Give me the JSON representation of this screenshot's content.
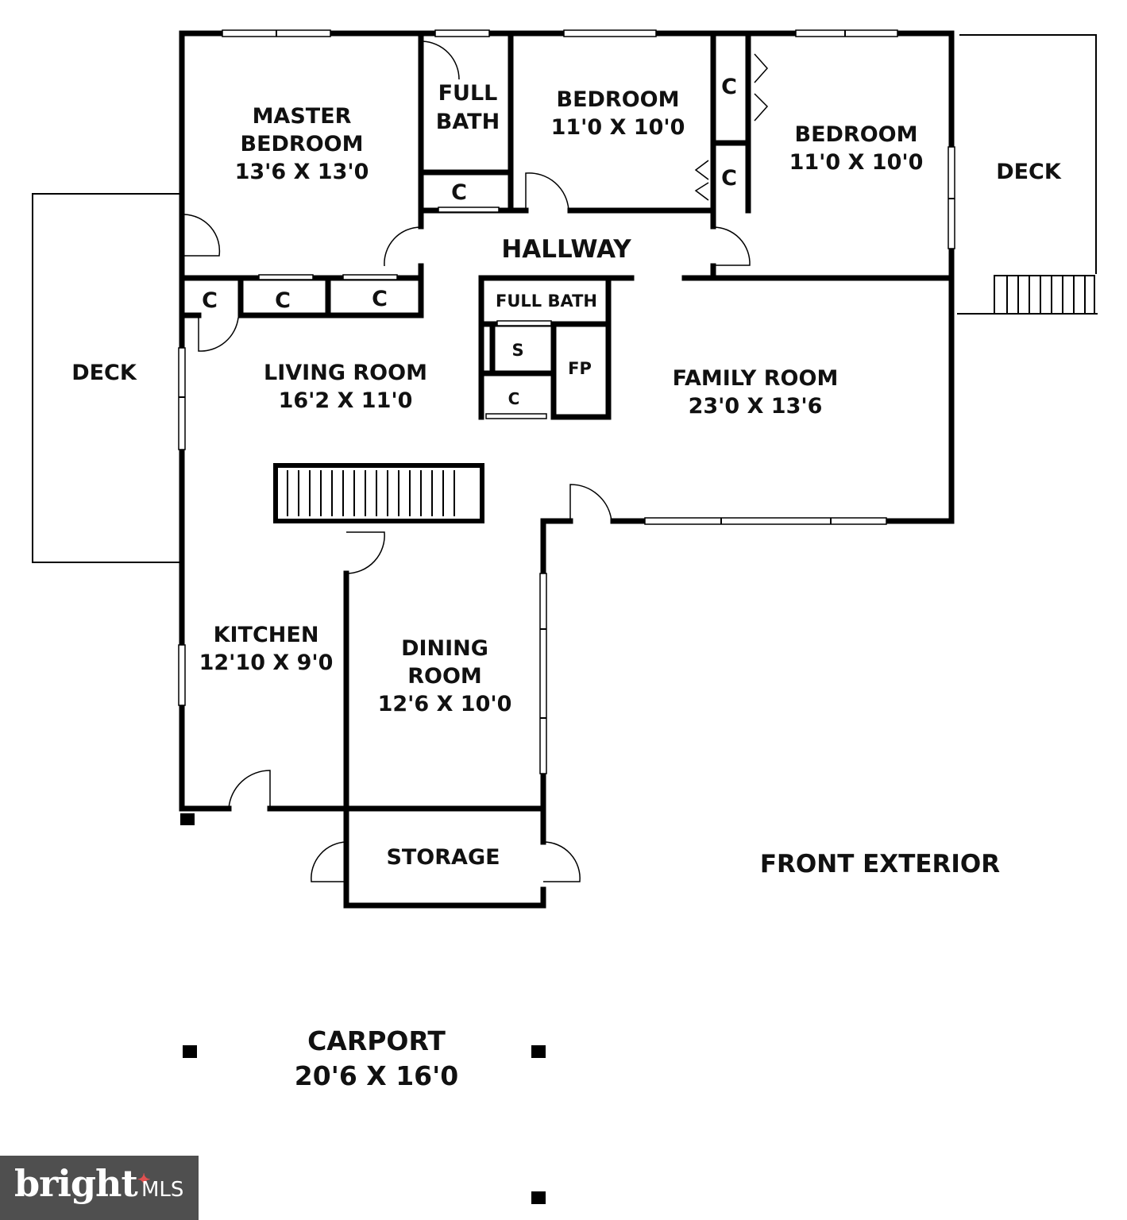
{
  "rooms": {
    "master_bedroom": {
      "name_line1": "MASTER",
      "name_line2": "BEDROOM",
      "dims": "13'6 X 13'0"
    },
    "full_bath_top": {
      "name_line1": "FULL",
      "name_line2": "BATH"
    },
    "bedroom_2": {
      "name": "BEDROOM",
      "dims": "11'0 X 10'0"
    },
    "bedroom_3": {
      "name": "BEDROOM",
      "dims": "11'0 X 10'0"
    },
    "deck_right": {
      "name": "DECK"
    },
    "deck_left": {
      "name": "DECK"
    },
    "hallway": {
      "name": "HALLWAY"
    },
    "full_bath_center": {
      "name": "FULL BATH"
    },
    "shower": {
      "name": "S"
    },
    "fireplace": {
      "name": "FP"
    },
    "living_room": {
      "name": "LIVING ROOM",
      "dims": "16'2 X 11'0"
    },
    "family_room": {
      "name": "FAMILY ROOM",
      "dims": "23'0 X 13'6"
    },
    "kitchen": {
      "name": "KITCHEN",
      "dims": "12'10 X 9'0"
    },
    "dining_room": {
      "name_line1": "DINING",
      "name_line2": "ROOM",
      "dims": "12'6 X 10'0"
    },
    "storage": {
      "name": "STORAGE"
    },
    "front_exterior": {
      "name": "FRONT EXTERIOR"
    },
    "carport": {
      "name": "CARPORT",
      "dims": "20'6 X 16'0"
    }
  },
  "closets": {
    "label": "C"
  },
  "watermark": {
    "brand": "bright",
    "suffix": "MLS"
  }
}
